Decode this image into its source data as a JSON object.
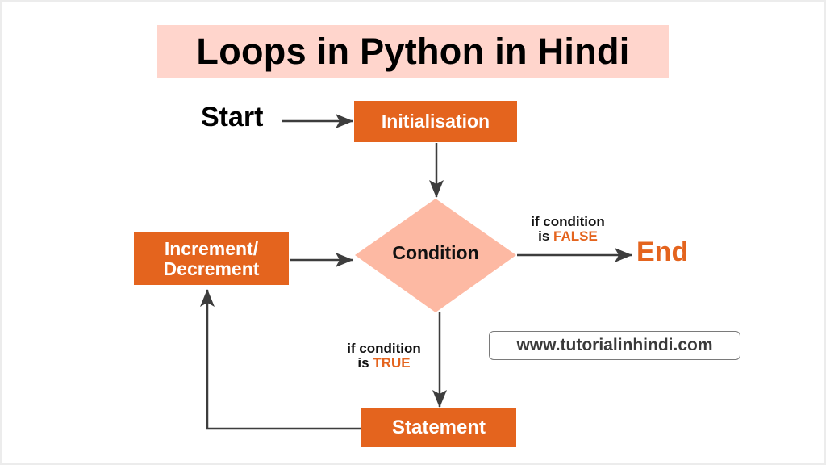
{
  "title": "Loops in Python in Hindi",
  "flowchart": {
    "start": "Start",
    "initialisation": "Initialisation",
    "condition": "Condition",
    "increment_line1": "Increment/",
    "increment_line2": "Decrement",
    "statement": "Statement",
    "end": "End",
    "false_label": {
      "line1": "if condition",
      "prefix": "is ",
      "keyword": "FALSE"
    },
    "true_label": {
      "line1": "if condition",
      "prefix": "is ",
      "keyword": "TRUE"
    }
  },
  "watermark": "www.tutorialinhindi.com",
  "colors": {
    "accent_orange": "#e4641e",
    "title_bg": "#ffd5cc",
    "diamond_fill": "#fdb9a3",
    "arrow": "#3d3d3d"
  }
}
